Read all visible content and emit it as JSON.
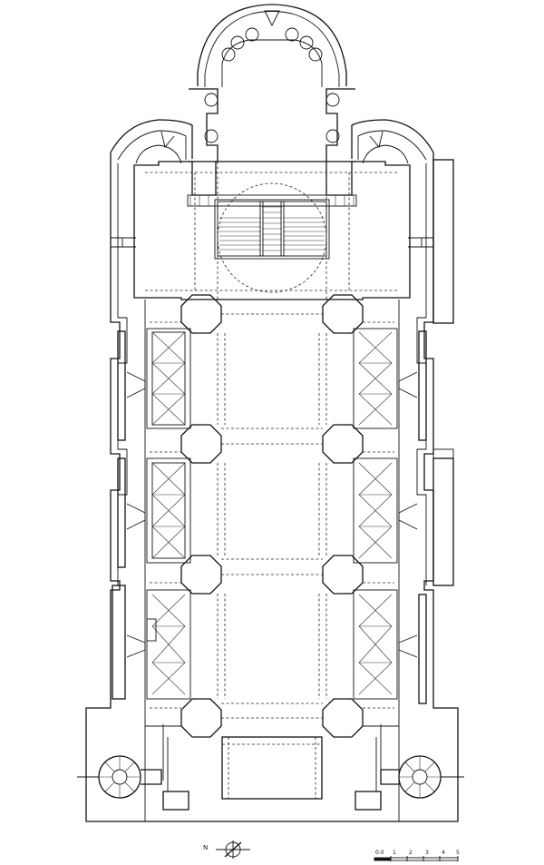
{
  "north_label": "N",
  "scale": {
    "ticks": [
      "0.0",
      "1",
      "2",
      "3",
      "4",
      "5"
    ]
  }
}
